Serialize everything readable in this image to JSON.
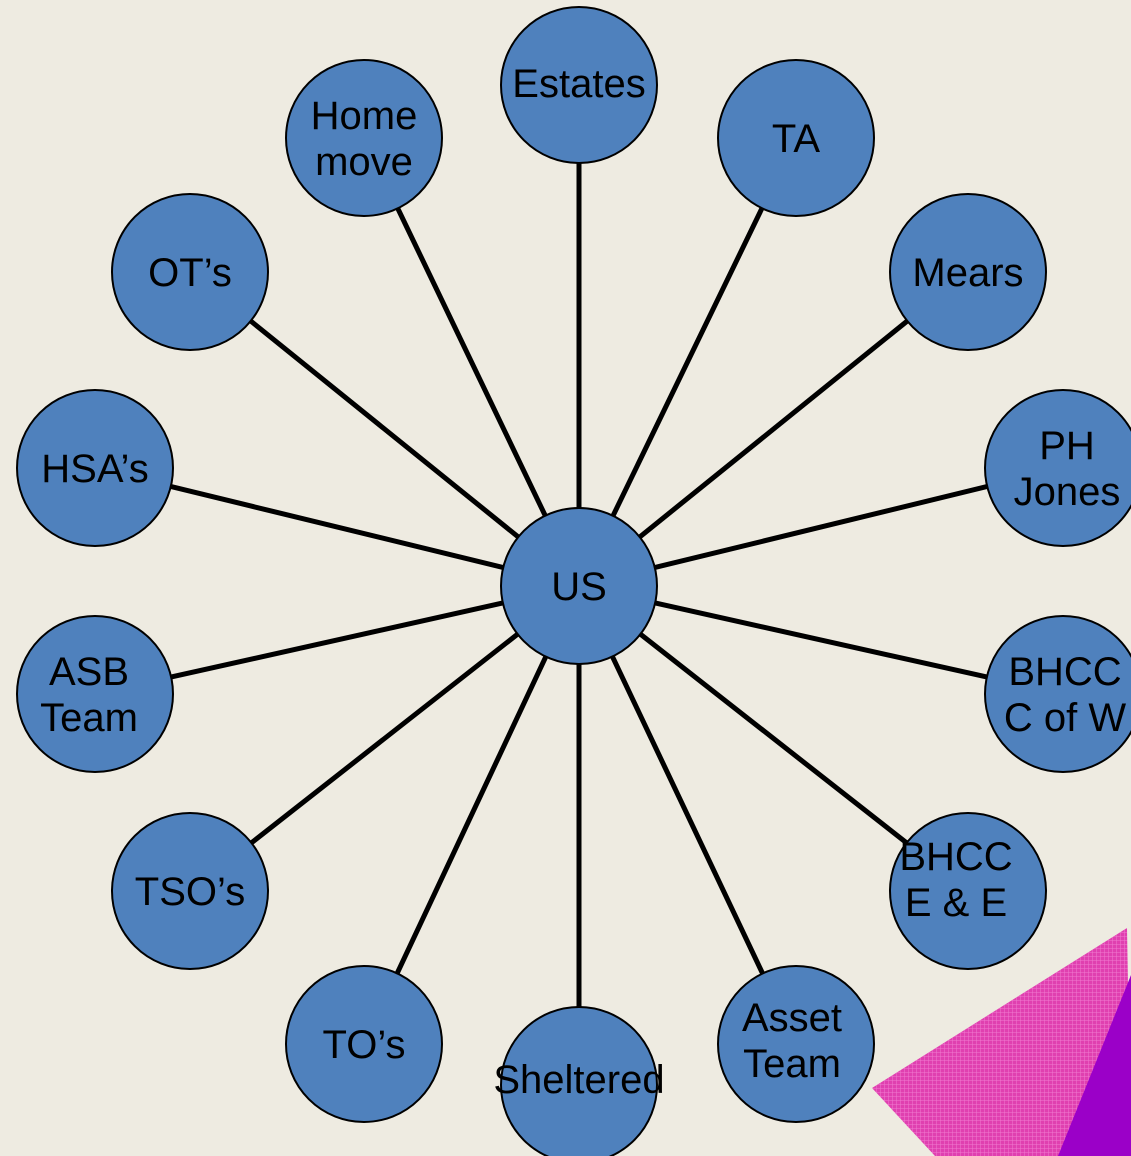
{
  "diagram": {
    "colors": {
      "background": "#EEEBE1",
      "node_fill": "#4F81BD",
      "line": "#000000",
      "accent_pink": "#E040B0",
      "accent_purple": "#9B00C8"
    },
    "hub": {
      "id": "us",
      "label": "US"
    },
    "nodes": [
      {
        "id": "estates",
        "lines": [
          "Estates"
        ]
      },
      {
        "id": "ta",
        "lines": [
          "TA"
        ]
      },
      {
        "id": "mears",
        "lines": [
          "Mears"
        ]
      },
      {
        "id": "ph-jones",
        "lines": [
          "PH",
          "Jones"
        ]
      },
      {
        "id": "bhcc-c-of-w",
        "lines": [
          "BHCC",
          "C of W"
        ]
      },
      {
        "id": "bhcc-e-and-e",
        "lines": [
          "BHCC",
          "E & E"
        ]
      },
      {
        "id": "asset-team",
        "lines": [
          "Asset",
          "Team"
        ]
      },
      {
        "id": "sheltered",
        "lines": [
          "Sheltered"
        ]
      },
      {
        "id": "tos",
        "lines": [
          "TO’s"
        ]
      },
      {
        "id": "tsos",
        "lines": [
          "TSO’s"
        ]
      },
      {
        "id": "asb-team",
        "lines": [
          "ASB",
          "Team"
        ]
      },
      {
        "id": "hsas",
        "lines": [
          "HSA’s"
        ]
      },
      {
        "id": "ots",
        "lines": [
          "OT’s"
        ]
      },
      {
        "id": "home-move",
        "lines": [
          "Home",
          "move"
        ]
      }
    ]
  }
}
